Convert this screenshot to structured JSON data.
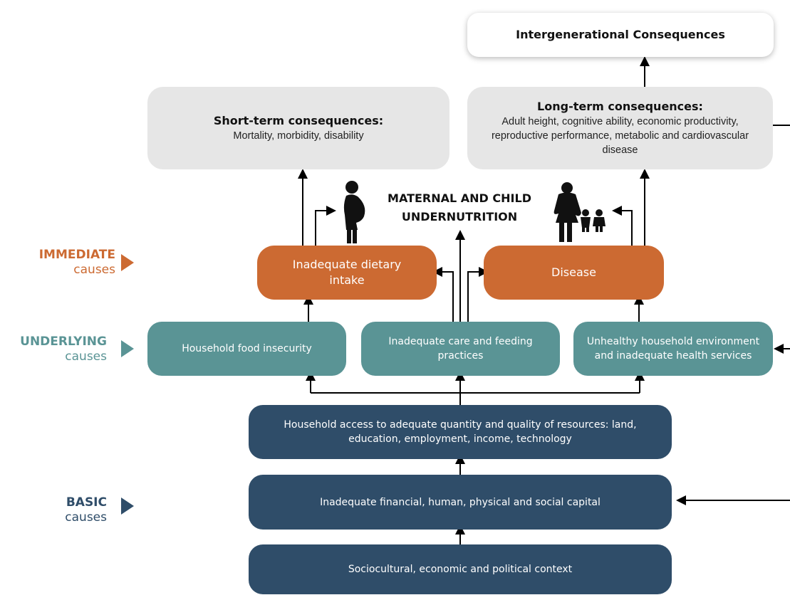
{
  "consequences": {
    "intergenerational": "Intergenerational Consequences",
    "short_term_title": "Short-term consequences:",
    "short_term_body": "Mortality, morbidity, disability",
    "long_term_title": "Long-term consequences:",
    "long_term_body": "Adult height, cognitive ability, economic productivity, reproductive performance, metabolic and cardiovascular disease"
  },
  "center_title_line1": "MATERNAL AND CHILD",
  "center_title_line2": "UNDERNUTRITION",
  "levels": {
    "immediate": {
      "word": "IMMEDIATE",
      "sub": "causes",
      "color": "#cc6a32"
    },
    "underlying": {
      "word": "UNDERLYING",
      "sub": "causes",
      "color": "#5a9495"
    },
    "basic": {
      "word": "BASIC",
      "sub": "causes",
      "color": "#2f4d69"
    }
  },
  "immediate_causes": {
    "dietary": "Inadequate dietary intake",
    "disease": "Disease"
  },
  "underlying_causes": {
    "food": "Household food insecurity",
    "care": "Inadequate care and feeding practices",
    "environment": "Unhealthy household environment and inadequate health services"
  },
  "basic_causes": {
    "access": "Household access to adequate quantity and quality of resources: land, education, employment, income, technology",
    "capital": "Inadequate financial, human, physical and social capital",
    "context": "Sociocultural, economic and political context"
  },
  "colors": {
    "orange": "#cc6a32",
    "teal": "#5a9495",
    "navy": "#2f4d69",
    "grey_box": "#e6e6e6"
  },
  "icons": [
    "pregnant-woman-icon",
    "mother-and-children-icon"
  ]
}
